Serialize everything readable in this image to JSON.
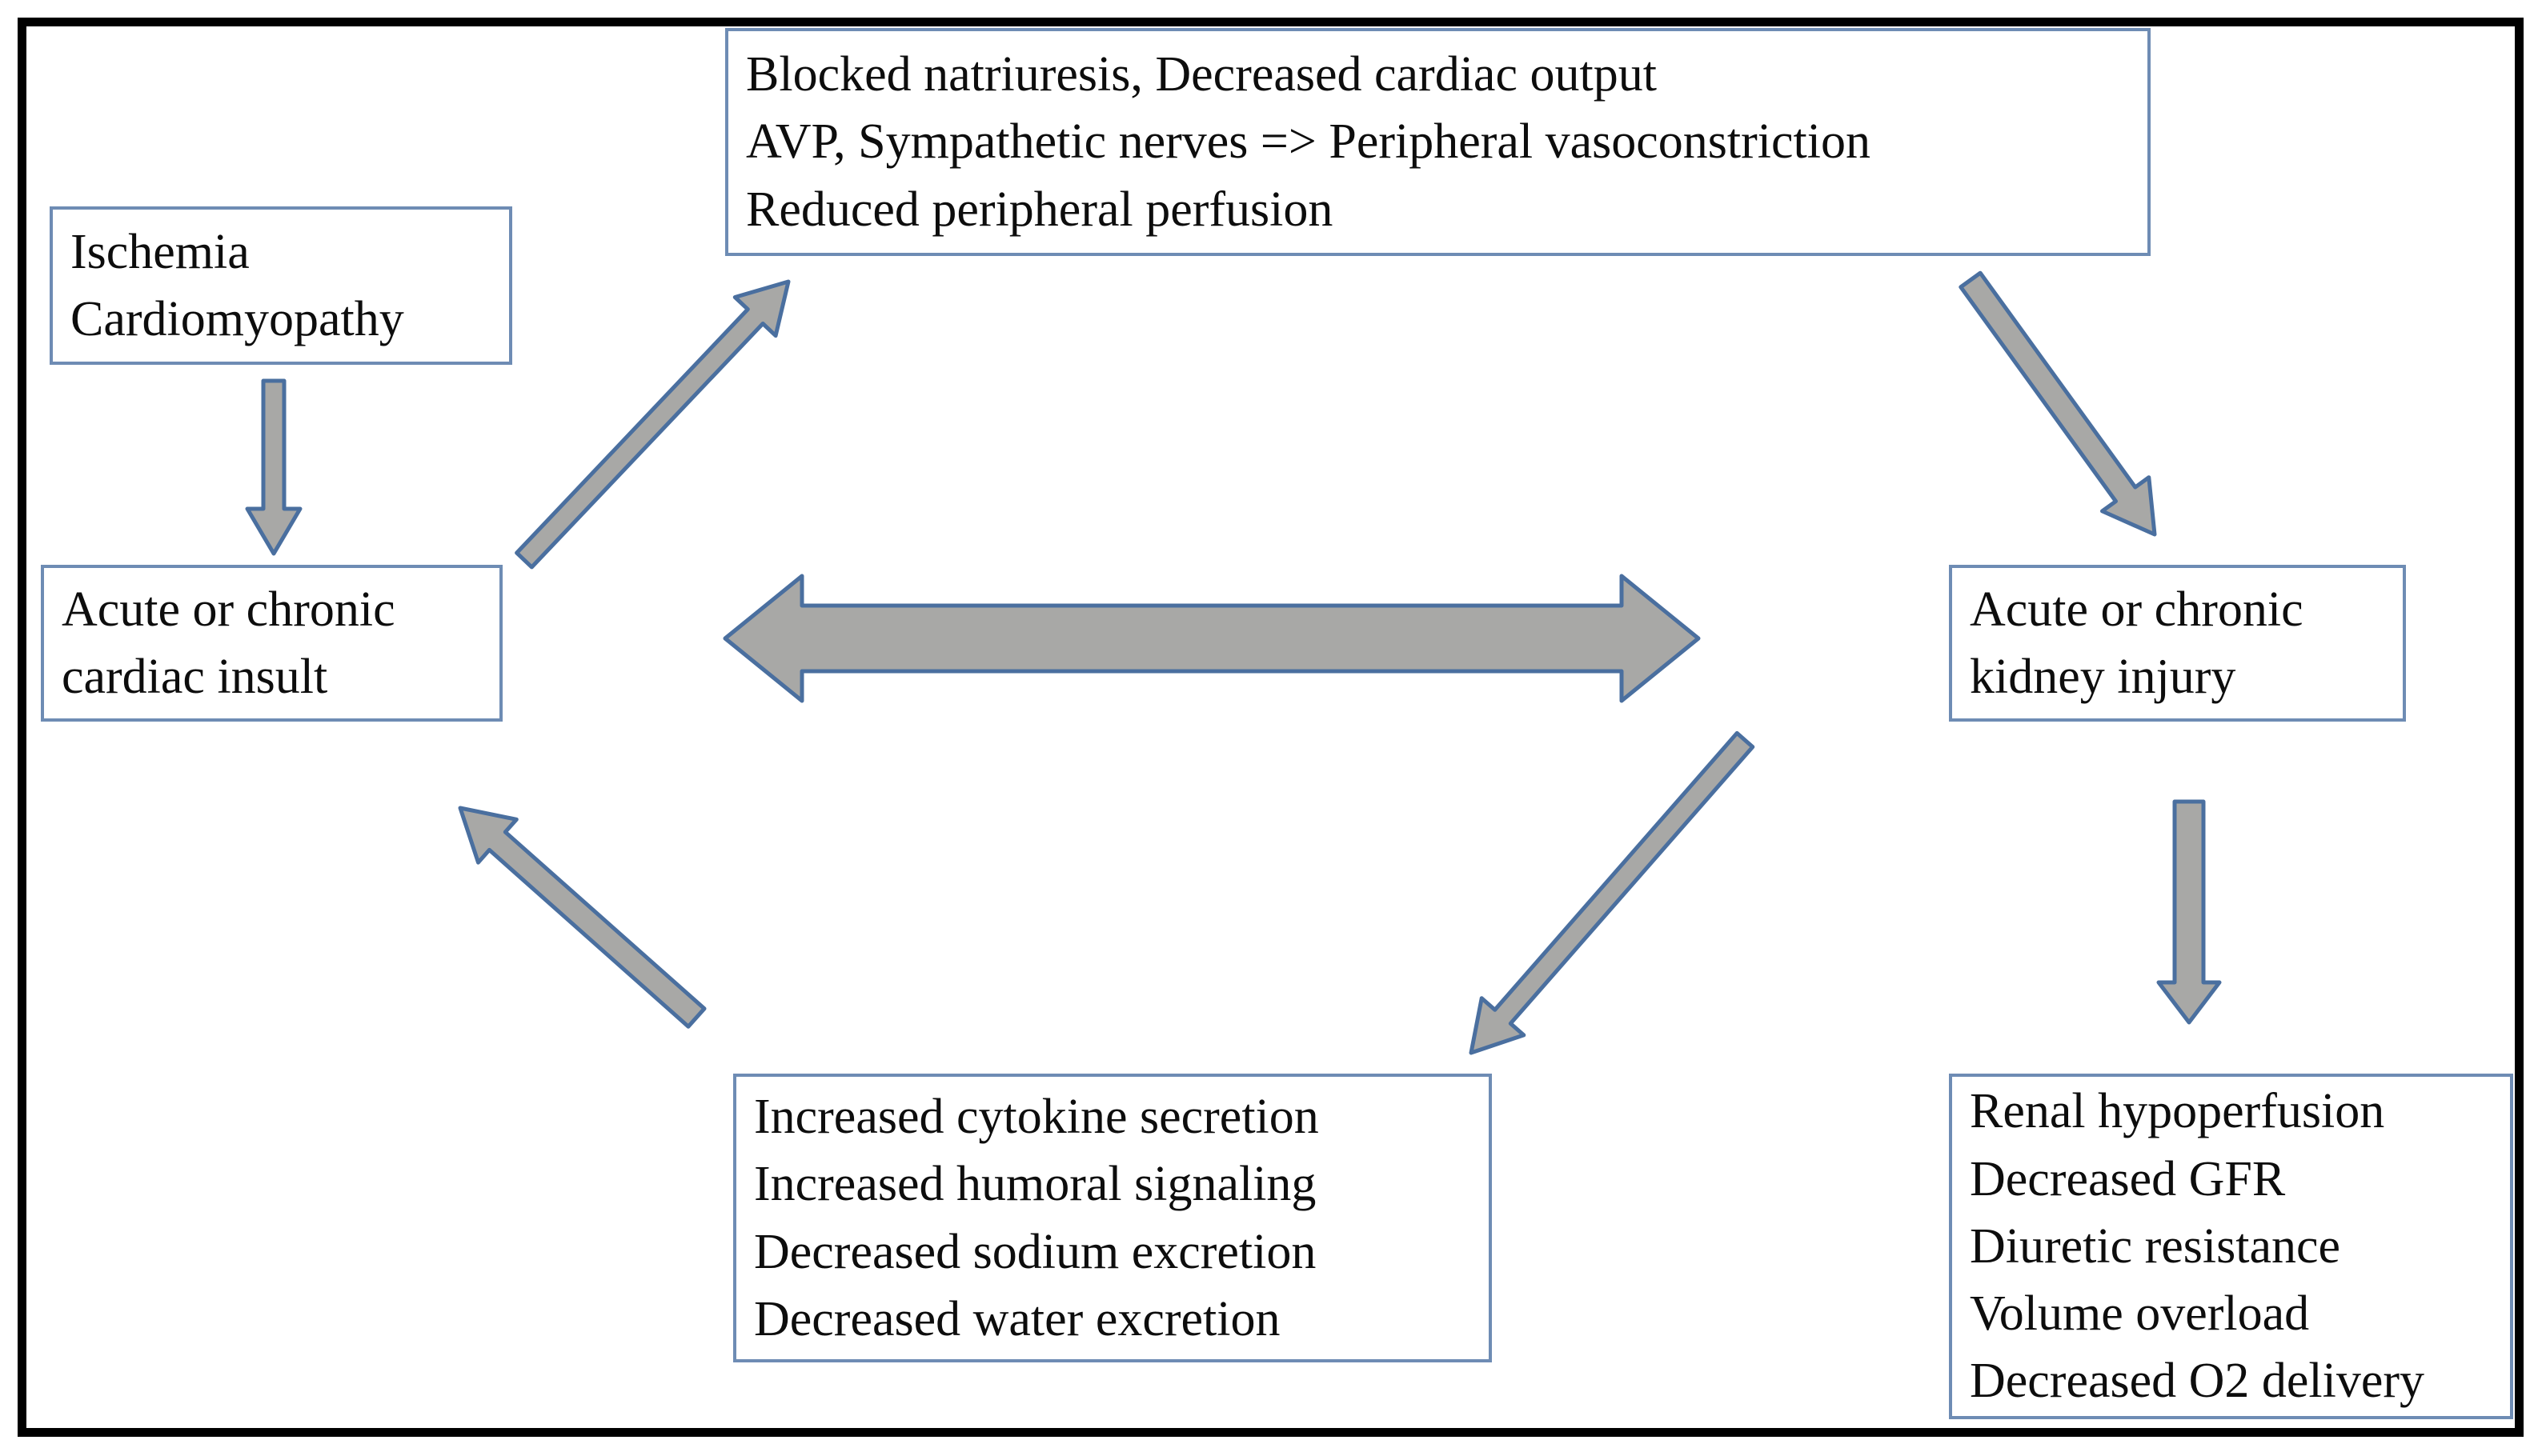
{
  "colors": {
    "boxBorder": "#6e8cb4",
    "arrowFill": "#a8a8a6",
    "arrowStroke": "#4a6f9f",
    "frame": "#000000",
    "text": "#0d0d0d",
    "background": "#ffffff"
  },
  "boxes": {
    "ischemia": {
      "lines": [
        "Ischemia",
        "Cardiomyopathy"
      ]
    },
    "cardiac_insult": {
      "lines": [
        "Acute or chronic",
        "cardiac insult"
      ]
    },
    "neurohormonal": {
      "lines": [
        "Blocked natriuresis, Decreased cardiac output",
        "AVP, Sympathetic nerves => Peripheral vasoconstriction",
        "Reduced peripheral perfusion"
      ]
    },
    "kidney_injury": {
      "lines": [
        "Acute or chronic",
        "kidney injury"
      ]
    },
    "renal_effects": {
      "lines": [
        "Increased cytokine secretion",
        "Increased humoral signaling",
        "Decreased sodium excretion",
        "Decreased water excretion"
      ]
    },
    "kidney_consequences": {
      "lines": [
        "Renal hypoperfusion",
        "Decreased GFR",
        "Diuretic resistance",
        "Volume overload",
        "Decreased O2 delivery"
      ]
    }
  },
  "arrows": [
    {
      "name": "arrow-ischemia-to-cardiac",
      "from": "ischemia",
      "to": "cardiac_insult",
      "style": "single"
    },
    {
      "name": "arrow-cardiac-to-neurohormonal",
      "from": "cardiac_insult",
      "to": "neurohormonal",
      "style": "single"
    },
    {
      "name": "arrow-neurohormonal-to-kidney",
      "from": "neurohormonal",
      "to": "kidney_injury",
      "style": "single"
    },
    {
      "name": "arrow-kidney-to-renal-effects",
      "from": "kidney_injury",
      "to": "renal_effects",
      "style": "single"
    },
    {
      "name": "arrow-renal-effects-to-cardiac",
      "from": "renal_effects",
      "to": "cardiac_insult",
      "style": "single"
    },
    {
      "name": "arrow-kidney-to-kidney-consequences",
      "from": "kidney_injury",
      "to": "kidney_consequences",
      "style": "single"
    },
    {
      "name": "arrow-cardiac-kidney-bidirectional",
      "from": "cardiac_insult",
      "to": "kidney_injury",
      "style": "double"
    }
  ]
}
